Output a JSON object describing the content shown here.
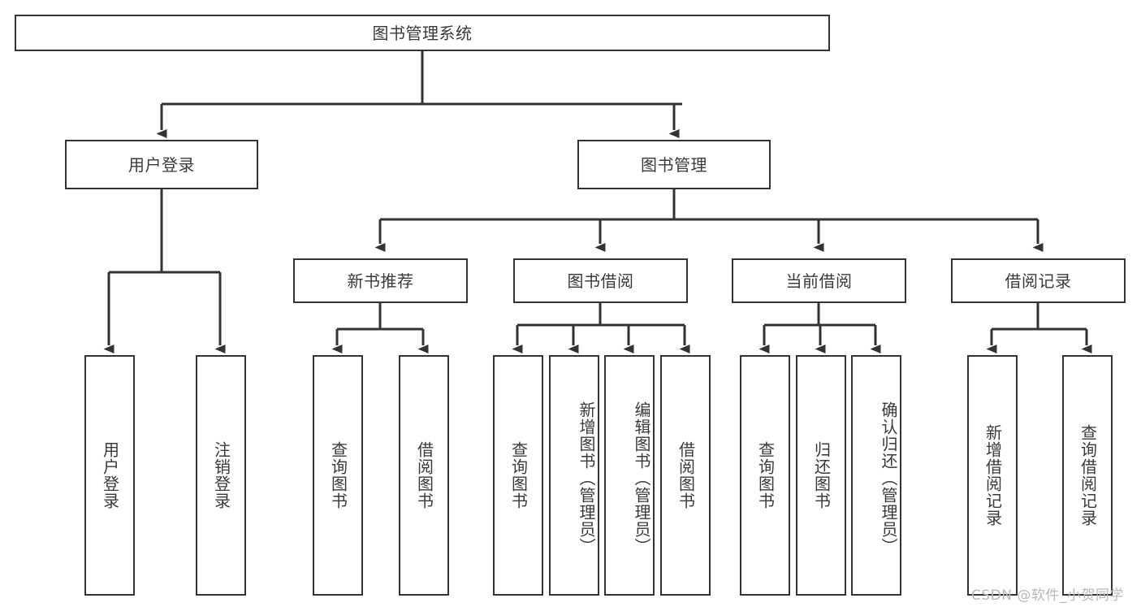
{
  "diagram": {
    "title": "图书管理系统",
    "type": "tree-hierarchy-diagram",
    "colors": {
      "box_border": "#333333",
      "box_fill": "#ffffff",
      "text": "#3a3a3a",
      "edge": "#333333",
      "watermark": "#b9b9b9",
      "background": "#ffffff"
    },
    "root": {
      "label": "图书管理系统"
    },
    "level2": [
      {
        "label": "用户登录"
      },
      {
        "label": "图书管理"
      }
    ],
    "level3": [
      {
        "label": "新书推荐"
      },
      {
        "label": "图书借阅"
      },
      {
        "label": "当前借阅"
      },
      {
        "label": "借阅记录"
      }
    ],
    "leaves": {
      "user_login": [
        {
          "label": "用户登录"
        },
        {
          "label": "注销登录"
        }
      ],
      "new_book_recommend": [
        {
          "label": "查询图书"
        },
        {
          "label": "借阅图书"
        }
      ],
      "book_borrow": [
        {
          "label": "查询图书"
        },
        {
          "label": "新增图书（管理员）"
        },
        {
          "label": "编辑图书（管理员）"
        },
        {
          "label": "借阅图书"
        }
      ],
      "current_borrow": [
        {
          "label": "查询图书"
        },
        {
          "label": "归还图书"
        },
        {
          "label": "确认归还（管理员）"
        }
      ],
      "borrow_record": [
        {
          "label": "新增借阅记录"
        },
        {
          "label": "查询借阅记录"
        }
      ]
    },
    "watermark": "CSDN @软件_小贺同学"
  }
}
